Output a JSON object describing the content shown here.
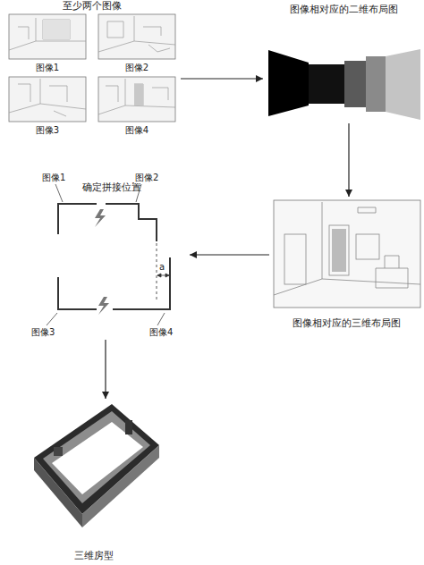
{
  "diagram": {
    "nodes": [
      {
        "text": [
          "至少两个图像"
        ]
      },
      {
        "text": [
          "图像1"
        ],
        "in": 0
      },
      {
        "text": [
          "图像2"
        ],
        "in": 0
      },
      {
        "text": [
          "图像3"
        ],
        "in": 0
      },
      {
        "text": [
          "图像4"
        ],
        "in": 0
      },
      {
        "text": [
          "图像相对应的二维布局图"
        ]
      },
      {
        "text": [
          "图像相对应的三维布局图"
        ]
      },
      {
        "text": [
          "确定拼接位置"
        ]
      },
      {
        "text": [
          "三维房型"
        ]
      }
    ],
    "edges": [
      {
        "from": 0,
        "to": 5,
        "arrow": "to"
      },
      {
        "from": 5,
        "to": 6,
        "arrow": "to"
      },
      {
        "from": 6,
        "to": 7,
        "arrow": "to"
      },
      {
        "from": 7,
        "to": 8,
        "arrow": "to"
      }
    ],
    "labels": [
      "图像1",
      "图像2",
      "图像3",
      "图像4",
      "a"
    ]
  }
}
